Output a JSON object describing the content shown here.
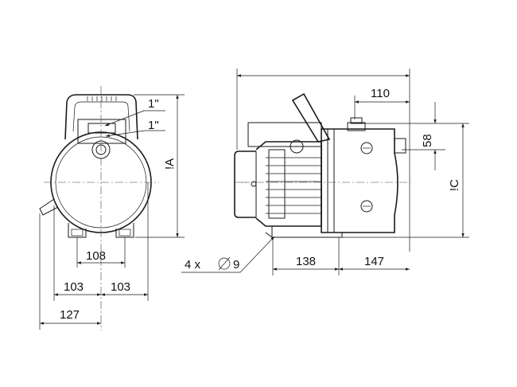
{
  "dimensions": {
    "d110": "110",
    "d58": "58",
    "dC": "!C",
    "dA": "!A",
    "d1in_top": "1\"",
    "d1in_bottom": "1\"",
    "d108": "108",
    "d103_left": "103",
    "d103_right": "103",
    "d127": "127",
    "d138": "138",
    "d147": "147",
    "holes": "4 x",
    "hole_diameter": "9",
    "diameter_symbol": "∅"
  },
  "colors": {
    "line": "#1a1a1a",
    "background": "#ffffff"
  }
}
